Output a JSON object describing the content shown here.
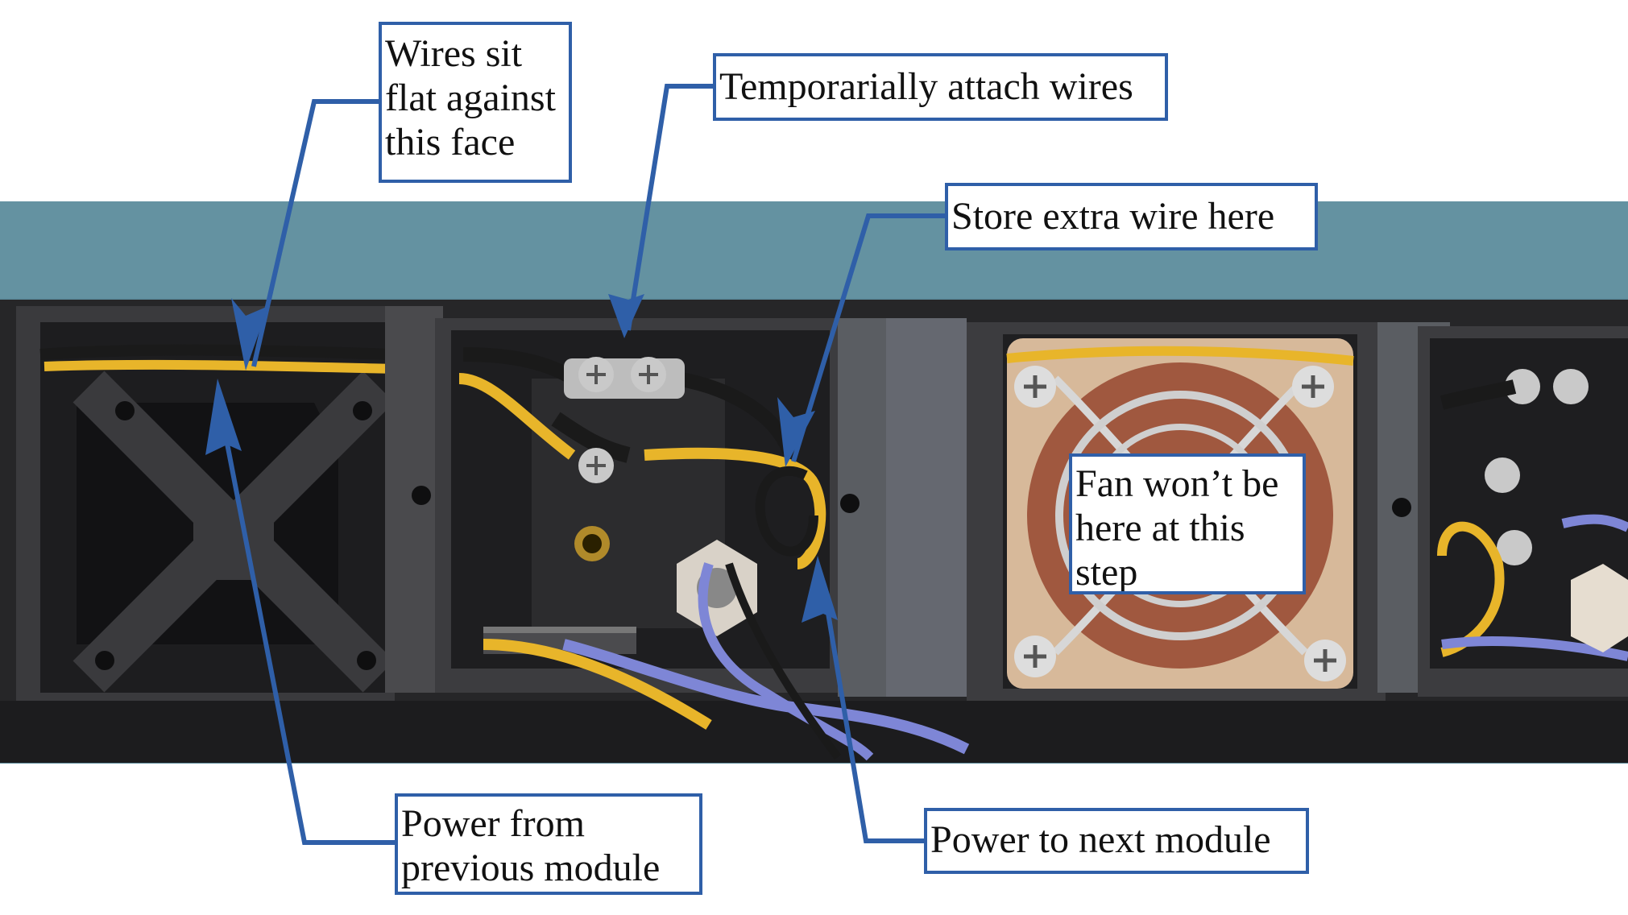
{
  "callouts": {
    "wires_flat": "Wires sit\nflat against\nthis face",
    "temp_attach": "Temporarially attach wires",
    "store_extra": "Store extra wire here",
    "fan_note": "Fan won’t be\nhere at this\nstep",
    "power_from": "Power from\nprevious module",
    "power_to": "Power to next module"
  },
  "colors": {
    "callout_border": "#2f5fa8",
    "arrow": "#2f5fa8",
    "background_mat": "#5e8c9c",
    "enclosure": "#2b2b2d",
    "wire_yellow": "#e8b52a",
    "wire_blue": "#7e86d6",
    "wire_black": "#1a1a1a",
    "fan_frame": "#d7b99a"
  },
  "icons": [
    "screw-icon",
    "fan-grille-icon"
  ]
}
